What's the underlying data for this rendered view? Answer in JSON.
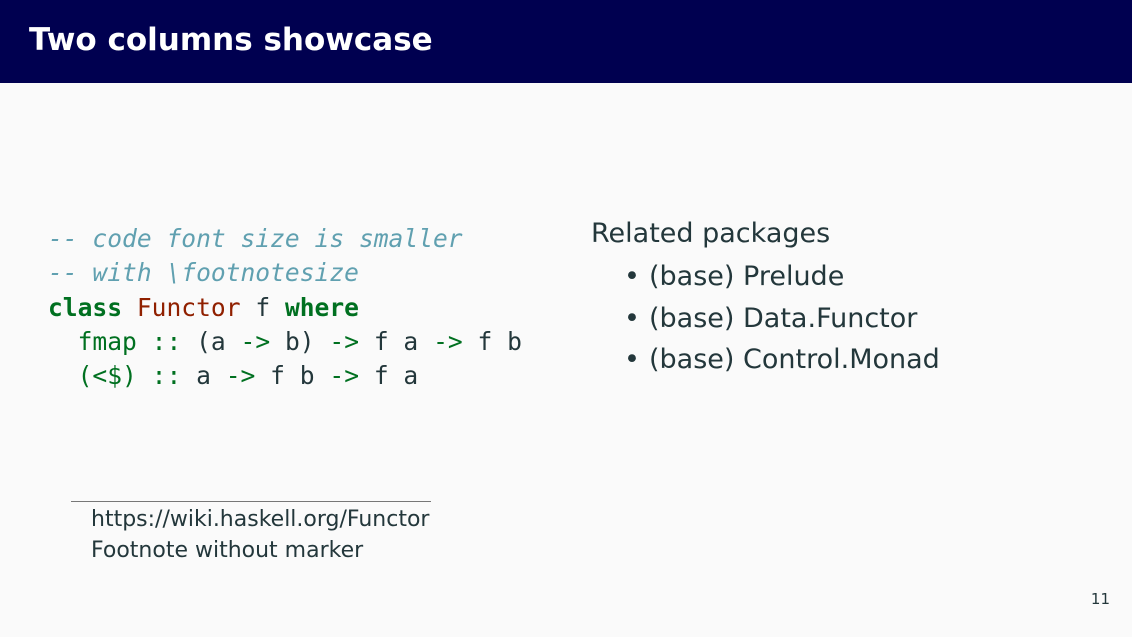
{
  "slide": {
    "title": "Two columns showcase",
    "page_number": "11"
  },
  "code": {
    "lines": [
      [
        {
          "t": "comment",
          "v": "-- code font size is smaller"
        }
      ],
      [
        {
          "t": "comment",
          "v": "-- with \\footnotesize"
        }
      ],
      [
        {
          "t": "keyword",
          "v": "class"
        },
        {
          "t": "plain",
          "v": " "
        },
        {
          "t": "type",
          "v": "Functor"
        },
        {
          "t": "plain",
          "v": " f "
        },
        {
          "t": "keyword",
          "v": "where"
        }
      ],
      [
        {
          "t": "plain",
          "v": "  "
        },
        {
          "t": "func",
          "v": "fmap"
        },
        {
          "t": "plain",
          "v": " "
        },
        {
          "t": "op",
          "v": "::"
        },
        {
          "t": "plain",
          "v": " (a "
        },
        {
          "t": "op",
          "v": "->"
        },
        {
          "t": "plain",
          "v": " b) "
        },
        {
          "t": "op",
          "v": "->"
        },
        {
          "t": "plain",
          "v": " f a "
        },
        {
          "t": "op",
          "v": "->"
        },
        {
          "t": "plain",
          "v": " f b"
        }
      ],
      [
        {
          "t": "plain",
          "v": "  "
        },
        {
          "t": "func",
          "v": "(<$)"
        },
        {
          "t": "plain",
          "v": " "
        },
        {
          "t": "op",
          "v": "::"
        },
        {
          "t": "plain",
          "v": " a "
        },
        {
          "t": "op",
          "v": "->"
        },
        {
          "t": "plain",
          "v": " f b "
        },
        {
          "t": "op",
          "v": "->"
        },
        {
          "t": "plain",
          "v": " f a"
        }
      ]
    ]
  },
  "related": {
    "heading": "Related packages",
    "bullet": "•",
    "items": [
      "(base) Prelude",
      "(base) Data.Functor",
      "(base) Control.Monad"
    ]
  },
  "footnotes": [
    "https://wiki.haskell.org/Functor",
    "Footnote without marker"
  ]
}
